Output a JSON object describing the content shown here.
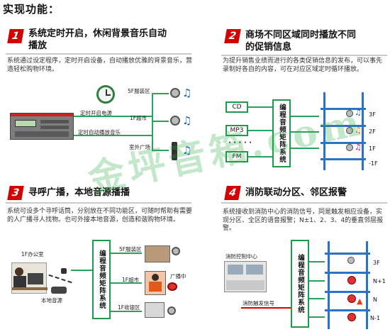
{
  "page_title": "实现功能：",
  "sections": [
    {
      "num": "1",
      "title_line1": "系统定时开启，休闲背景音乐自动",
      "title_line2": "播放",
      "desc": "系统通过设定程序，定时开启设备，自动播放优雅的背景音乐，营造轻松购物环境。",
      "labels": {
        "timer_on": "定时开启电源",
        "timer_play": "定时自动播放音乐",
        "zone_a": "5F服装区",
        "zone_b": "1F超市",
        "zone_c": "室外广场"
      }
    },
    {
      "num": "2",
      "title_line1": "商场不同区域同时播放不同",
      "title_line2": "的促销信息",
      "desc": "为提升销售业绩而进行的各类促销信息的发布，可以事先录制好各自的内容，可在对应区域定时循环播放。",
      "sources": [
        "CD",
        "MP3",
        "FM"
      ],
      "dots": "· · · · ·",
      "matrix": "编程音频矩阵系统",
      "floors": [
        "3F",
        "2F",
        "1F",
        "-1F"
      ]
    },
    {
      "num": "3",
      "title_line1": "寻呼广播，本地音源播播",
      "desc": "系统可设多个寻呼话筒，分别放在不同功能区，可随时帮助有需要的人广播寻人找物。也可外接本地音源，创造和谐购物环境。",
      "labels": {
        "office": "1F办公室",
        "local": "本地音源",
        "zone_a": "5F服装区",
        "zone_b": "1F超市",
        "zone_c": "1F收银区",
        "broadcasting": "广播中"
      },
      "matrix": "编程音频矩阵系统"
    },
    {
      "num": "4",
      "title_line1": "消防联动分区、邻区报警",
      "desc": "系统接收到消防中心的消防信号，同是触发相应设备，实现分区、全区的语音报警；N±1、2、3、4的垂直邻层报警。",
      "labels": {
        "fire_center": "消防控制中心",
        "fire_signal": "消防触发信号"
      },
      "matrix": "编程音频矩阵系统",
      "floors": [
        "3F",
        "N+1",
        "N",
        "N-1"
      ]
    }
  ],
  "watermark": "金坪音箱.com",
  "colors": {
    "accent_red": "#d40000",
    "line_green": "#2aa35a",
    "building_blue": "#2b74c4"
  }
}
